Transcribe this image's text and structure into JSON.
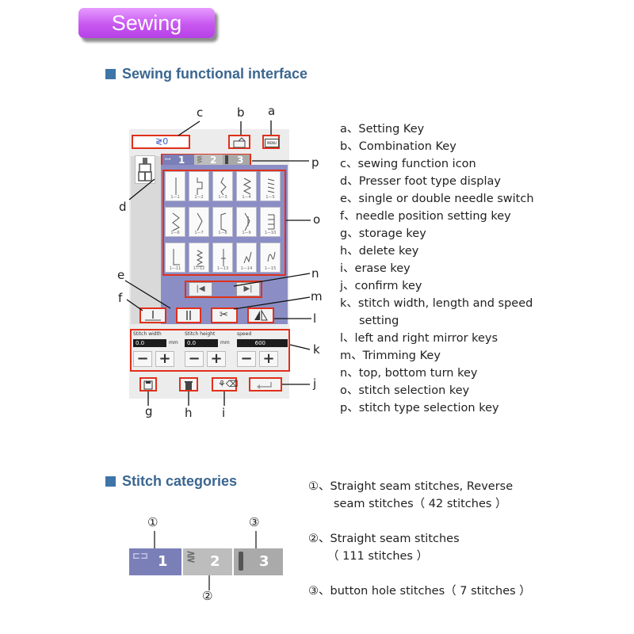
{
  "banner": {
    "title": "Sewing"
  },
  "section1": {
    "title": "Sewing functional interface"
  },
  "section2": {
    "title": "Stitch categories"
  },
  "screen": {
    "tabs": [
      "1",
      "2",
      "3"
    ],
    "stitch_labels": [
      "1—1",
      "1—2",
      "1—3",
      "1—4",
      "1—5",
      "1—6",
      "1—7",
      "1—8",
      "1—9",
      "1—10",
      "1—11",
      "1—12",
      "1—13",
      "1—14",
      "1—15"
    ],
    "menu_label": "MENU",
    "controls": {
      "width": {
        "caption": "Stitch width",
        "value": "0.0",
        "unit": "mm"
      },
      "height": {
        "caption": "Stitch height",
        "value": "0.0",
        "unit": "mm"
      },
      "speed": {
        "caption": "speed",
        "value": "600"
      }
    },
    "minus": "−",
    "plus": "+"
  },
  "callouts": {
    "a": "a",
    "b": "b",
    "c": "c",
    "d": "d",
    "e": "e",
    "f": "f",
    "g": "g",
    "h": "h",
    "i": "i",
    "j": "j",
    "k": "k",
    "l": "l",
    "m": "m",
    "n": "n",
    "o": "o",
    "p": "p"
  },
  "legend": [
    "a、Setting Key",
    "b、Combination Key",
    "c、sewing function icon",
    "d、Presser foot type display",
    "e、single or double needle switch",
    "f、needle position setting key",
    "g、storage key",
    "h、delete key",
    "i、erase key",
    "j、confirm key",
    "k、stitch width, length and speed",
    "setting",
    "l、left and right mirror keys",
    "m、Trimming Key",
    "n、top, bottom turn key",
    "o、stitch selection key",
    "p、stitch type selection key"
  ],
  "categories": {
    "tabs": [
      "1",
      "2",
      "3"
    ],
    "markers": [
      "①",
      "②",
      "③"
    ],
    "desc1_line1": "①、Straight seam stitches, Reverse",
    "desc1_line2": "seam stitches（ 42 stitches ）",
    "desc2_line1": "②、Straight seam stitches",
    "desc2_line2": "（ 111 stitches ）",
    "desc3": "③、button hole stitches（ 7 stitches ）"
  },
  "colors": {
    "accent": "#3e74a8",
    "callout_red": "#e0301a",
    "grid_purple": "#8b8ec4",
    "banner": "#c857f0"
  }
}
